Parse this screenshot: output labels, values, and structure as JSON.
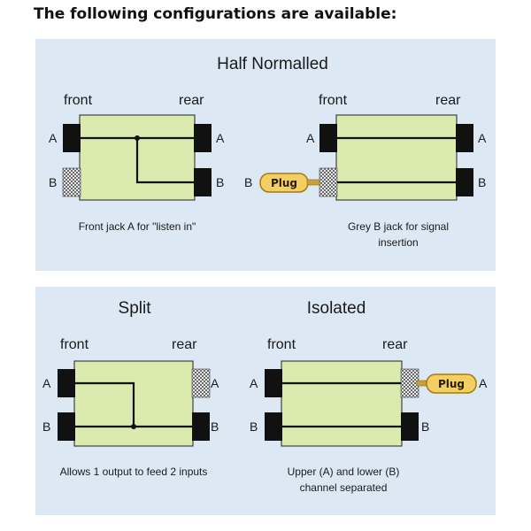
{
  "heading": "The following configurations are available:",
  "colors": {
    "panel": "#dce8f4",
    "module": "#dbeaae",
    "jack": "#111111",
    "plug": "#f3cf63"
  },
  "panel_top": {
    "title": "Half Normalled",
    "left": {
      "front": "front",
      "rear": "rear",
      "label_a_left": "A",
      "label_b_left": "B",
      "label_a_right": "A",
      "label_b_right": "B",
      "caption_line1": "Front jack A for \"listen in\""
    },
    "right": {
      "front": "front",
      "rear": "rear",
      "label_b_outer": "B",
      "plug": "Plug",
      "label_a_left": "A",
      "label_a_right": "A",
      "label_b_right": "B",
      "caption_line1": "Grey B jack for signal",
      "caption_line2": "insertion"
    }
  },
  "panel_bottom": {
    "split": {
      "title": "Split",
      "front": "front",
      "rear": "rear",
      "label_a_left": "A",
      "label_b_left": "B",
      "label_a_right": "A",
      "label_b_right": "B",
      "caption_line1": "Allows 1 output to feed 2 inputs"
    },
    "isolated": {
      "title": "Isolated",
      "front": "front",
      "rear": "rear",
      "label_a_left": "A",
      "label_b_left": "B",
      "plug": "Plug",
      "label_a_outer": "A",
      "label_b_right": "B",
      "caption_line1": "Upper (A) and lower (B)",
      "caption_line2": "channel separated"
    }
  }
}
